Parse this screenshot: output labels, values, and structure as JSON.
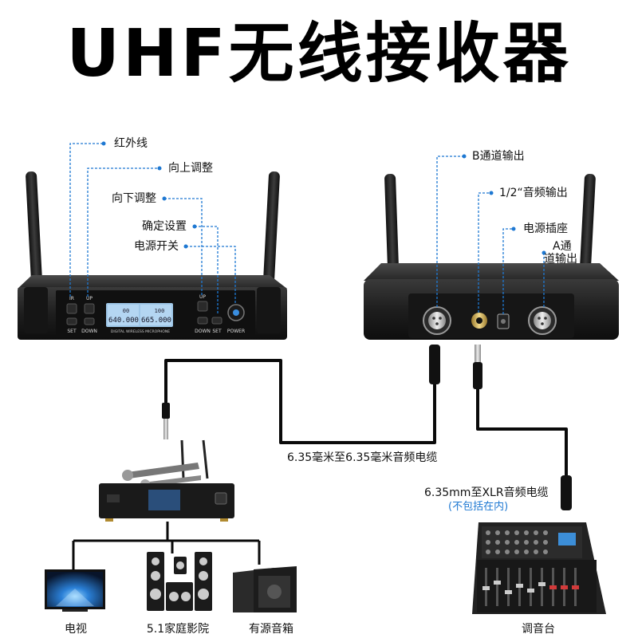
{
  "title": "UHF无线接收器",
  "front_callouts": {
    "ir": "红外线",
    "up": "向上调整",
    "down": "向下调整",
    "set": "确定设置",
    "power": "电源开关"
  },
  "back_callouts": {
    "b_out": "B通道输出",
    "audio_out": "1/2“音频输出",
    "power_socket": "电源插座",
    "a_out_line1": "A通",
    "a_out_line2": "道输出"
  },
  "front_panel": {
    "ir": "IR",
    "up": "UP",
    "set": "SET",
    "down": "DOWN",
    "up2": "UP",
    "down2": "DOWN",
    "set2": "SET",
    "power": "POWER",
    "brand": "DIGITAL WIRELESS MICROPHONE",
    "lcd_freq_a": "640.000",
    "lcd_freq_b": "665.000",
    "lcd_ch_a": "00",
    "lcd_ch_b": "100"
  },
  "cables": {
    "cable_635": "6.35毫米至6.35毫米音频电缆",
    "cable_xlr": "6.35mm至XLR音频电缆",
    "not_included": "(不包括在内)"
  },
  "devices": {
    "tv": "电视",
    "home_theater": "5.1家庭影院",
    "active_speaker": "有源音箱",
    "mixer": "调音台"
  },
  "colors": {
    "callout_line": "#1e78d2",
    "device_body": "#1c1c1c",
    "lcd": "#9fc7e8"
  }
}
